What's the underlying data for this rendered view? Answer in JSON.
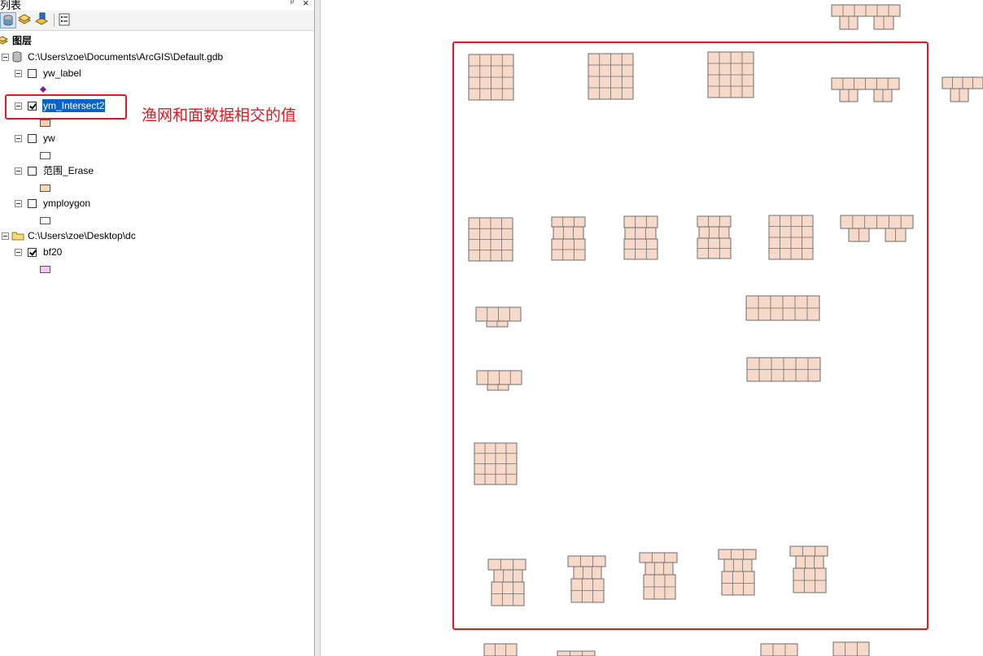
{
  "toc": {
    "title": "列表",
    "pin_glyph": "ᵖ",
    "close_glyph": "×",
    "toolbar": [
      {
        "name": "list-by-drawing-order-icon",
        "active": true
      },
      {
        "name": "list-by-source-icon",
        "active": false
      },
      {
        "name": "list-by-visibility-icon",
        "active": false
      },
      {
        "name": "options-icon",
        "active": false
      }
    ],
    "root_label": "图层",
    "gdb_path": "C:\\Users\\zoe\\Documents\\ArcGIS\\Default.gdb",
    "folder_path": "C:\\Users\\zoe\\Desktop\\dc",
    "layers": [
      {
        "label": "yw_label",
        "checked": false,
        "symbol": "point",
        "color": "#8a1a8a"
      },
      {
        "label": "ym_Intersect2",
        "checked": true,
        "symbol": "fill",
        "color": "#f5cfb9",
        "selected": true
      },
      {
        "label": "yw",
        "checked": false,
        "symbol": "fill",
        "color": "#ffffff"
      },
      {
        "label": "范围_Erase",
        "checked": false,
        "symbol": "fill",
        "color": "#f8d8b8"
      },
      {
        "label": "ymploygon",
        "checked": false,
        "symbol": "fill",
        "color": "#ffffff"
      }
    ],
    "folder_layers": [
      {
        "label": "bf20",
        "checked": true,
        "symbol": "fill",
        "color": "#f5c8ef"
      }
    ]
  },
  "annotation": "渔网和面数据相交的值",
  "colors": {
    "accent_red": "#e8161e",
    "selection_blue": "#0a64c8",
    "polygon_fill": "#f6d9c8",
    "polygon_stroke": "#6e6e6e"
  }
}
